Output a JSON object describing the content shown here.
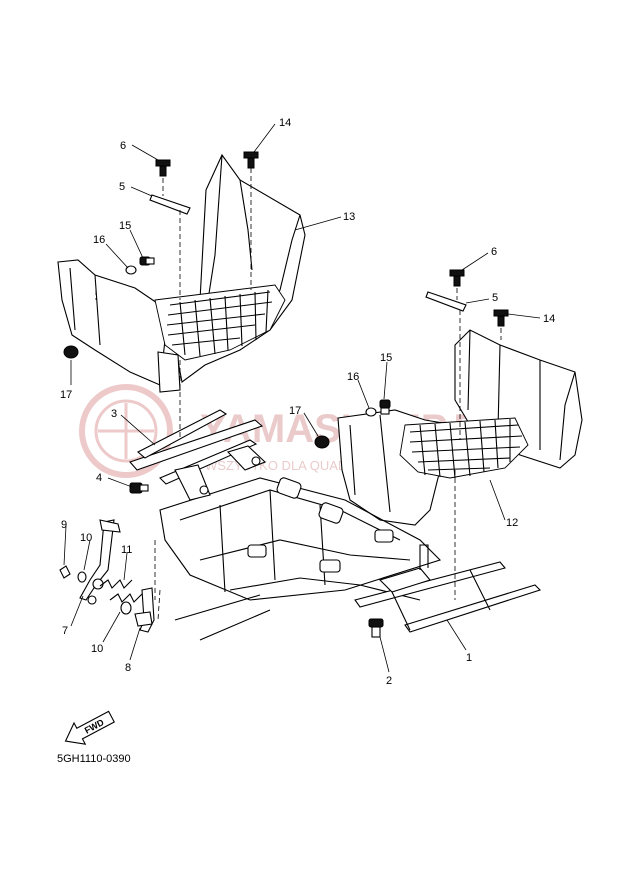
{
  "diagram_code": "5GH1110-0390",
  "fwd_label": "FWD",
  "watermark": {
    "brand": "YAMASKLEP.PL",
    "subtitle": "WSZYSTKO DLA QUADÓW | DETALICZNIE"
  },
  "callouts": {
    "c1": "1",
    "c2": "2",
    "c3": "3",
    "c4": "4",
    "c5a": "5",
    "c5b": "5",
    "c6a": "6",
    "c6b": "6",
    "c7": "7",
    "c8": "8",
    "c9": "9",
    "c10a": "10",
    "c10b": "10",
    "c11": "11",
    "c12": "12",
    "c13": "13",
    "c14a": "14",
    "c14b": "14",
    "c15a": "15",
    "c15b": "15",
    "c16a": "16",
    "c16b": "16",
    "c17a": "17",
    "c17b": "17"
  }
}
